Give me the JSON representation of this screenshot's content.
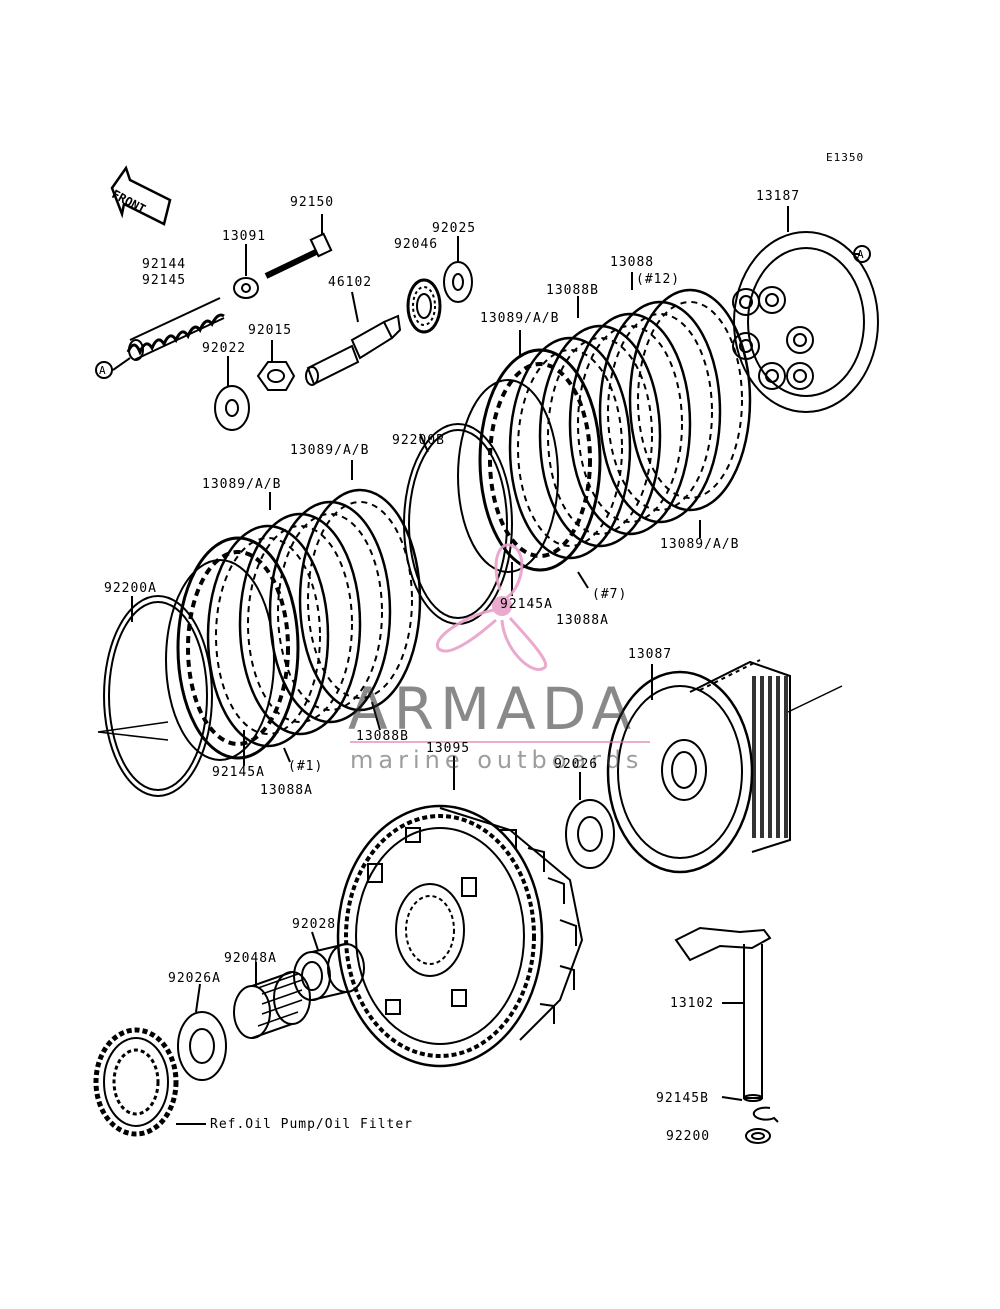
{
  "diagram_code": "E1350",
  "front_label": "FRONT",
  "callout_a": "A",
  "reference_note": "Ref.Oil Pump/Oil Filter",
  "watermark": {
    "title": "ARMADA",
    "subtitle": "marine outboards",
    "accent_color": "#e8a0c8"
  },
  "parts": {
    "p92144": "92144",
    "p92145": "92145",
    "p13091": "13091",
    "p92150": "92150",
    "p92015": "92015",
    "p92022": "92022",
    "p46102": "46102",
    "p92046": "92046",
    "p92025": "92025",
    "p13187": "13187",
    "p13088_12": "13088",
    "p12_note": "(#12)",
    "p13088B_top": "13088B",
    "p13089_top": "13089/A/B",
    "p92200B": "92200B",
    "p13089_mid": "13089/A/B",
    "p13089_left": "13089/A/B",
    "p13089_right": "13089/A/B",
    "p7_note": "(#7)",
    "p92145A_mid": "92145A",
    "p13088A_mid": "13088A",
    "p92200A": "92200A",
    "p92145A_left": "92145A",
    "p1_note": "(#1)",
    "p13088A_left": "13088A",
    "p13088B_bot": "13088B",
    "p13087": "13087",
    "p13095": "13095",
    "p92026": "92026",
    "p92028": "92028",
    "p92048A": "92048A",
    "p92026A": "92026A",
    "p13102": "13102",
    "p92145B": "92145B",
    "p92200": "92200"
  }
}
